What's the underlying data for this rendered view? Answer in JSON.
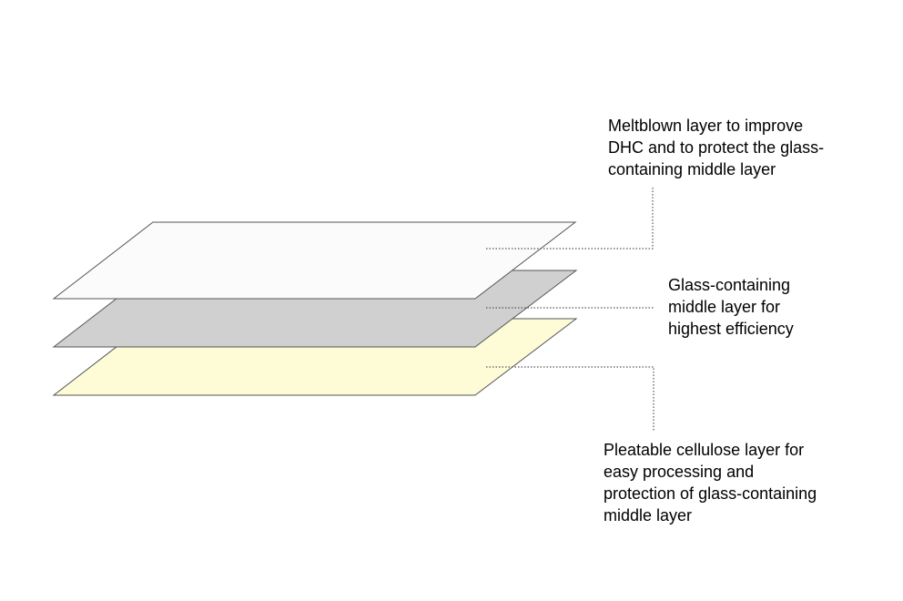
{
  "layers": [
    {
      "id": "bottom",
      "fill": "#FEFBD7",
      "label_lines": [
        "Pleatable cellulose layer for",
        "easy processing and",
        "protection of glass-containing",
        "middle layer"
      ]
    },
    {
      "id": "middle",
      "fill": "#D0D0D0",
      "label_lines": [
        "Glass-containing",
        "middle layer for",
        "highest efficiency"
      ]
    },
    {
      "id": "top",
      "fill": "#FBFBFB",
      "label_lines": [
        "Meltblown layer to improve",
        "DHC and to protect the glass-",
        "containing middle layer"
      ]
    }
  ],
  "colors": {
    "outline": "#555555",
    "leader": "#555555",
    "text": "#000000"
  }
}
